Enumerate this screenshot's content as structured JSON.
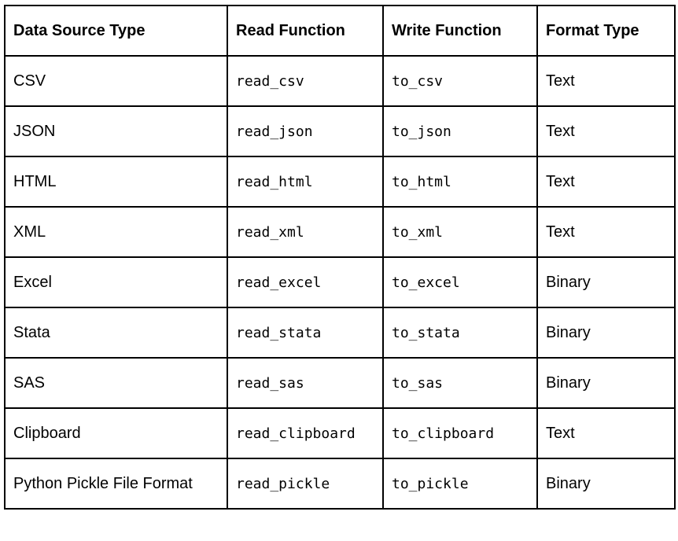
{
  "table": {
    "headers": [
      "Data Source Type",
      "Read Function",
      "Write Function",
      "Format Type"
    ],
    "rows": [
      {
        "source": "CSV",
        "read": "read_csv",
        "write": "to_csv",
        "format": "Text"
      },
      {
        "source": "JSON",
        "read": "read_json",
        "write": "to_json",
        "format": "Text"
      },
      {
        "source": "HTML",
        "read": "read_html",
        "write": "to_html",
        "format": "Text"
      },
      {
        "source": "XML",
        "read": "read_xml",
        "write": "to_xml",
        "format": "Text"
      },
      {
        "source": "Excel",
        "read": "read_excel",
        "write": "to_excel",
        "format": "Binary"
      },
      {
        "source": "Stata",
        "read": "read_stata",
        "write": "to_stata",
        "format": "Binary"
      },
      {
        "source": "SAS",
        "read": "read_sas",
        "write": "to_sas",
        "format": "Binary"
      },
      {
        "source": "Clipboard",
        "read": "read_clipboard",
        "write": "to_clipboard",
        "format": "Text"
      },
      {
        "source": "Python Pickle File Format",
        "read": "read_pickle",
        "write": "to_pickle",
        "format": "Binary"
      }
    ]
  }
}
